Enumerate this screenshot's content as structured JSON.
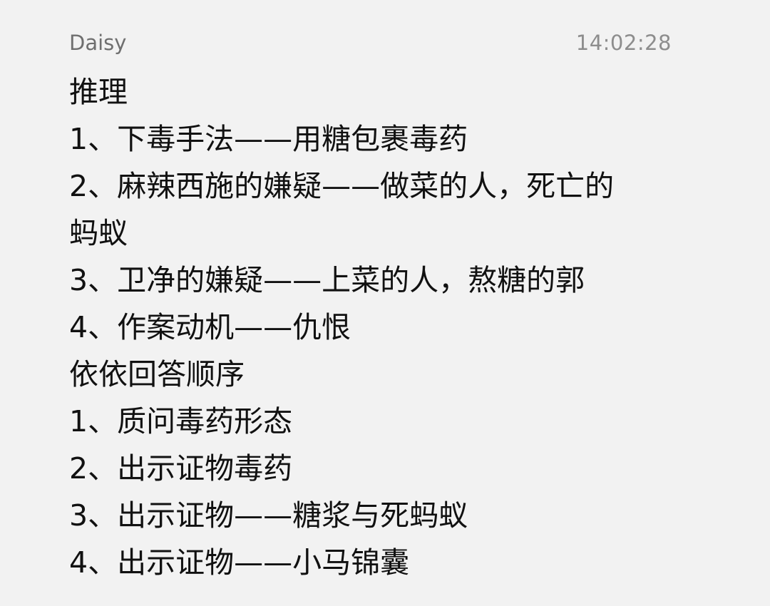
{
  "note": {
    "author": "Daisy",
    "timestamp": "14:02:28",
    "lines": [
      "推理",
      "1、下毒手法——用糖包裹毒药",
      "2、麻辣西施的嫌疑——做菜的人，死亡的",
      "蚂蚁",
      "3、卫净的嫌疑——上菜的人，熬糖的郭",
      "4、作案动机——仇恨",
      "依依回答顺序",
      "1、质问毒药形态",
      "2、出示证物毒药",
      "3、出示证物——糖浆与死蚂蚁",
      "4、出示证物——小马锦囊"
    ]
  }
}
